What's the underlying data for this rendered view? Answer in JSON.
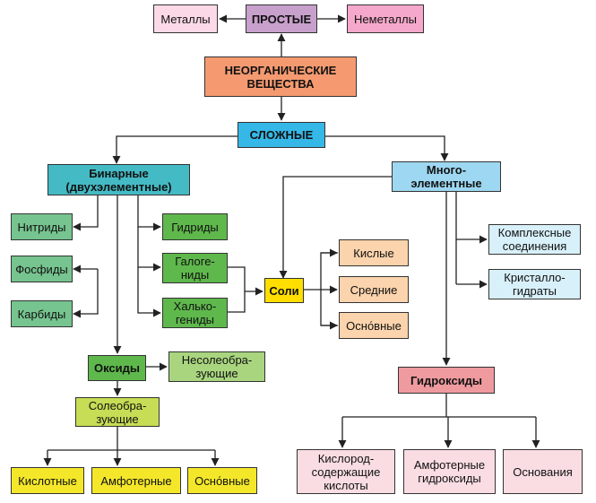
{
  "nodes": {
    "metals": "Металлы",
    "simple": "ПРОСТЫЕ",
    "nonmetals": "Неметаллы",
    "inorganic": "НЕОРГАНИЧЕСКИЕ\nВЕЩЕСТВА",
    "complex": "СЛОЖНЫЕ",
    "binary": "Бинарные\n(двухэлементные)",
    "multi": "Много-\nэлементные",
    "nitrides": "Нитриды",
    "phosphides": "Фосфиды",
    "carbides": "Карбиды",
    "hydrides": "Гидриды",
    "halides": "Галоге-\nниды",
    "chalcogenides": "Халько-\nгениды",
    "salts": "Соли",
    "acidic_salts": "Кислые",
    "normal_salts": "Средние",
    "basic_salts": "Осно́вные",
    "complex_compounds": "Комплексные\nсоединения",
    "crystal_hydrates": "Кристалло-\nгидраты",
    "oxides": "Оксиды",
    "non_salt_forming": "Несолеобра-\nзующие",
    "salt_forming": "Солеобра-\nзующие",
    "acidic_oxides": "Кислотные",
    "amphoteric_oxides": "Амфотерные",
    "basic_oxides": "Осно́вные",
    "hydroxides": "Гидроксиды",
    "oxygen_acids": "Кислород-\nсодержащие\nкислоты",
    "amphoteric_hydroxides": "Амфотерные\nгидроксиды",
    "bases": "Основания"
  },
  "colors": {
    "line": "#222222",
    "metals": "#fbd9e6",
    "simple": "#c8a0cc",
    "nonmetals": "#f5a8cb",
    "inorganic": "#f59a70",
    "complex": "#35b8e8",
    "binary": "#44bac4",
    "multi": "#9dd7f1",
    "binary_children": "#76c48f",
    "hydrides_group": "#5fb84c",
    "salts": "#ffde00",
    "salt_types": "#fbd3ac",
    "multi_children": "#d8f0fa",
    "oxides": "#5fb84c",
    "non_salt_forming": "#a9d57f",
    "salt_forming": "#c7dd55",
    "oxide_types": "#f4e72a",
    "hydroxides": "#ee9a9f",
    "hydroxide_types": "#f9dde3"
  }
}
